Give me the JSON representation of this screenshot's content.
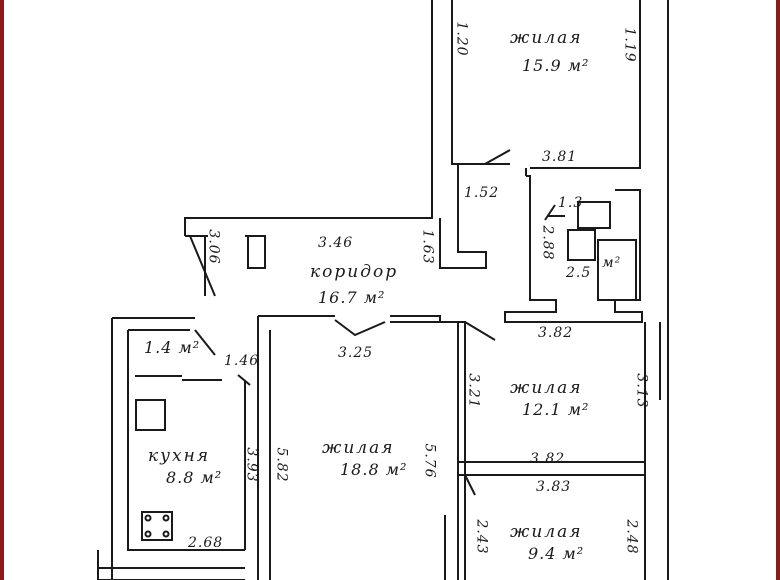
{
  "colors": {
    "frame": "#8b1a1a",
    "ink": "#1a1a1a",
    "wall_fill": "#f2f2f2"
  },
  "rooms": {
    "living_top": {
      "name": "жилая",
      "area": "15.9 м²"
    },
    "corridor": {
      "name": "коридор",
      "area": "16.7 м²"
    },
    "kitchen": {
      "name": "кухня",
      "area": "8.8 м²"
    },
    "pantry": {
      "area": "1.4 м²"
    },
    "bathroom": {
      "area": "м²"
    },
    "living_big": {
      "name": "жилая",
      "area": "18.8 м²"
    },
    "living_mid": {
      "name": "жилая",
      "area": "12.1 м²"
    },
    "living_small": {
      "name": "жилая",
      "area": "9.4 м²"
    }
  },
  "dimensions": {
    "d_120": "1.20",
    "d_119": "1.19",
    "d_381": "3.81",
    "d_152": "1.52",
    "d_13": "1.3",
    "d_288": "2.88",
    "d_25": "2.5",
    "d_306": "3.06",
    "d_346": "3.46",
    "d_163": "1.63",
    "d_382a": "3.82",
    "d_146": "1.46",
    "d_325": "3.25",
    "d_321": "3.21",
    "d_313": "3.13",
    "d_393": "3.93",
    "d_582": "5.82",
    "d_576": "5.76",
    "d_382b": "3.82",
    "d_383": "3.83",
    "d_268": "2.68",
    "d_243": "2.43",
    "d_248": "2.48"
  }
}
